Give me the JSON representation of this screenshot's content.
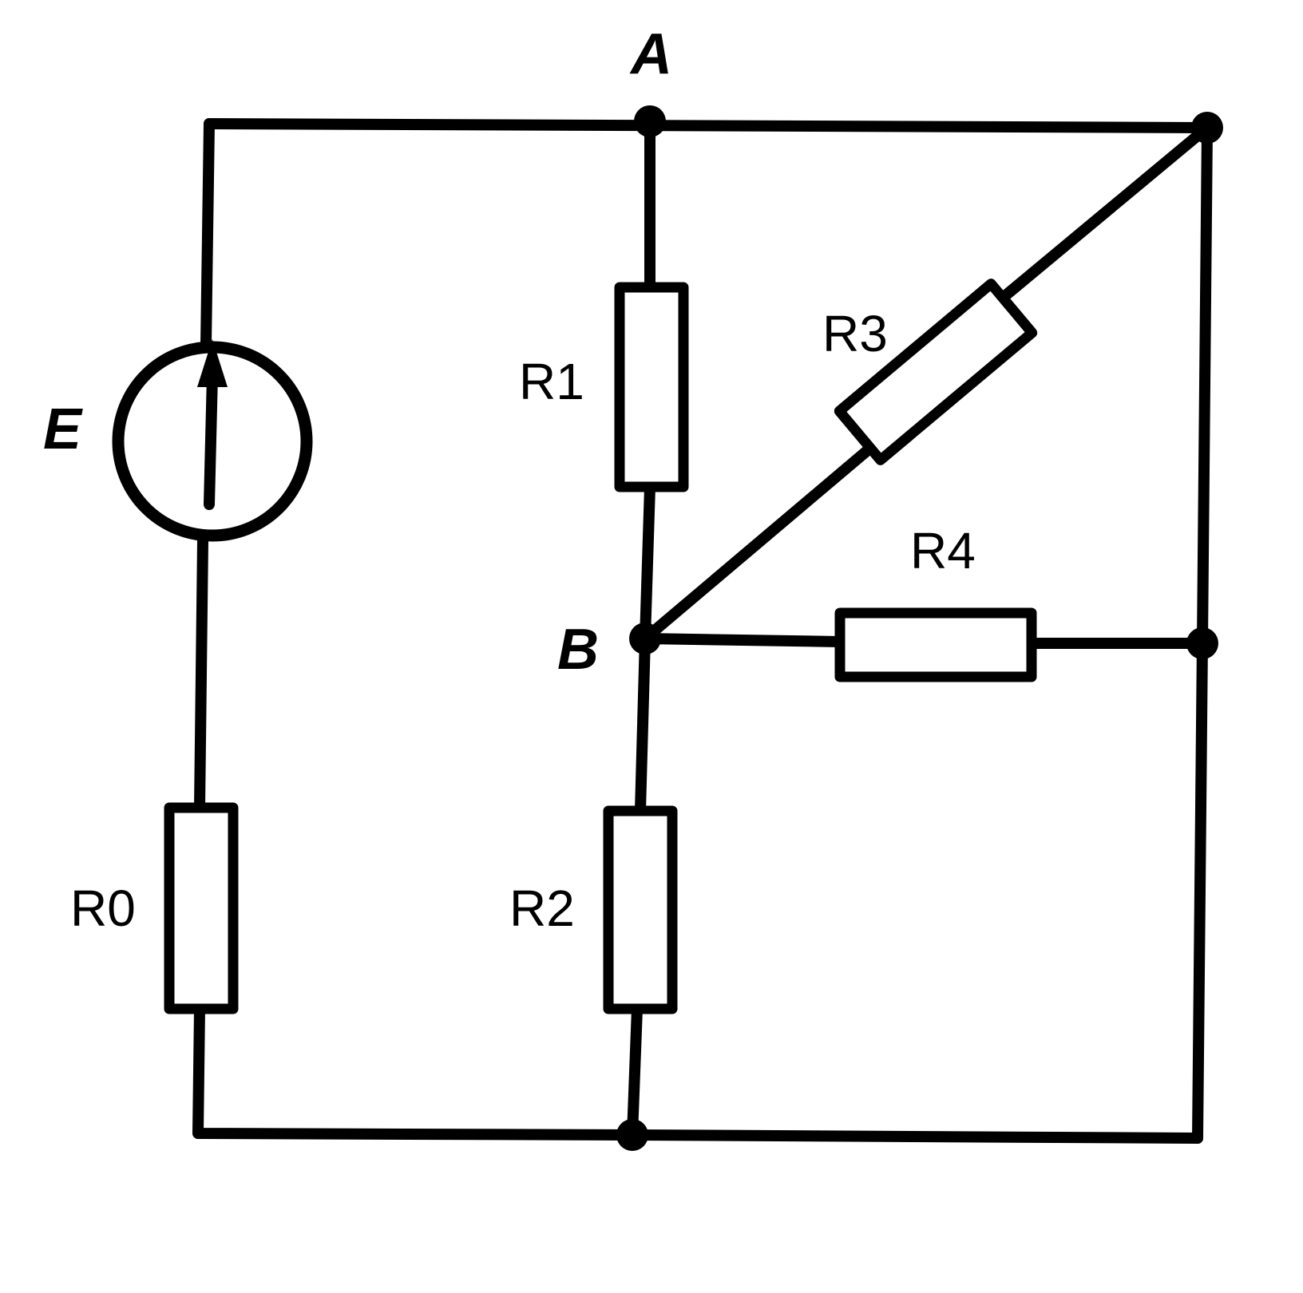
{
  "diagram": {
    "nodes": {
      "a": "A",
      "b": "B"
    },
    "source": {
      "label": "E"
    },
    "resistors": {
      "r0": "R0",
      "r1": "R1",
      "r2": "R2",
      "r3": "R3",
      "r4": "R4"
    },
    "colors": {
      "ink": "#000000",
      "paper": "#ffffff"
    }
  }
}
